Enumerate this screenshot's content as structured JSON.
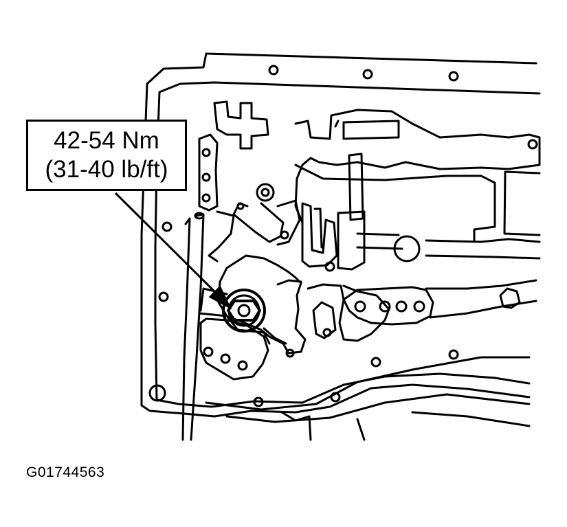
{
  "callout": {
    "torque_metric": "42-54 Nm",
    "torque_imperial": "(31-40 lb/ft)"
  },
  "figure_code": "G01744563",
  "colors": {
    "ink": "#000000",
    "paper": "#ffffff"
  }
}
